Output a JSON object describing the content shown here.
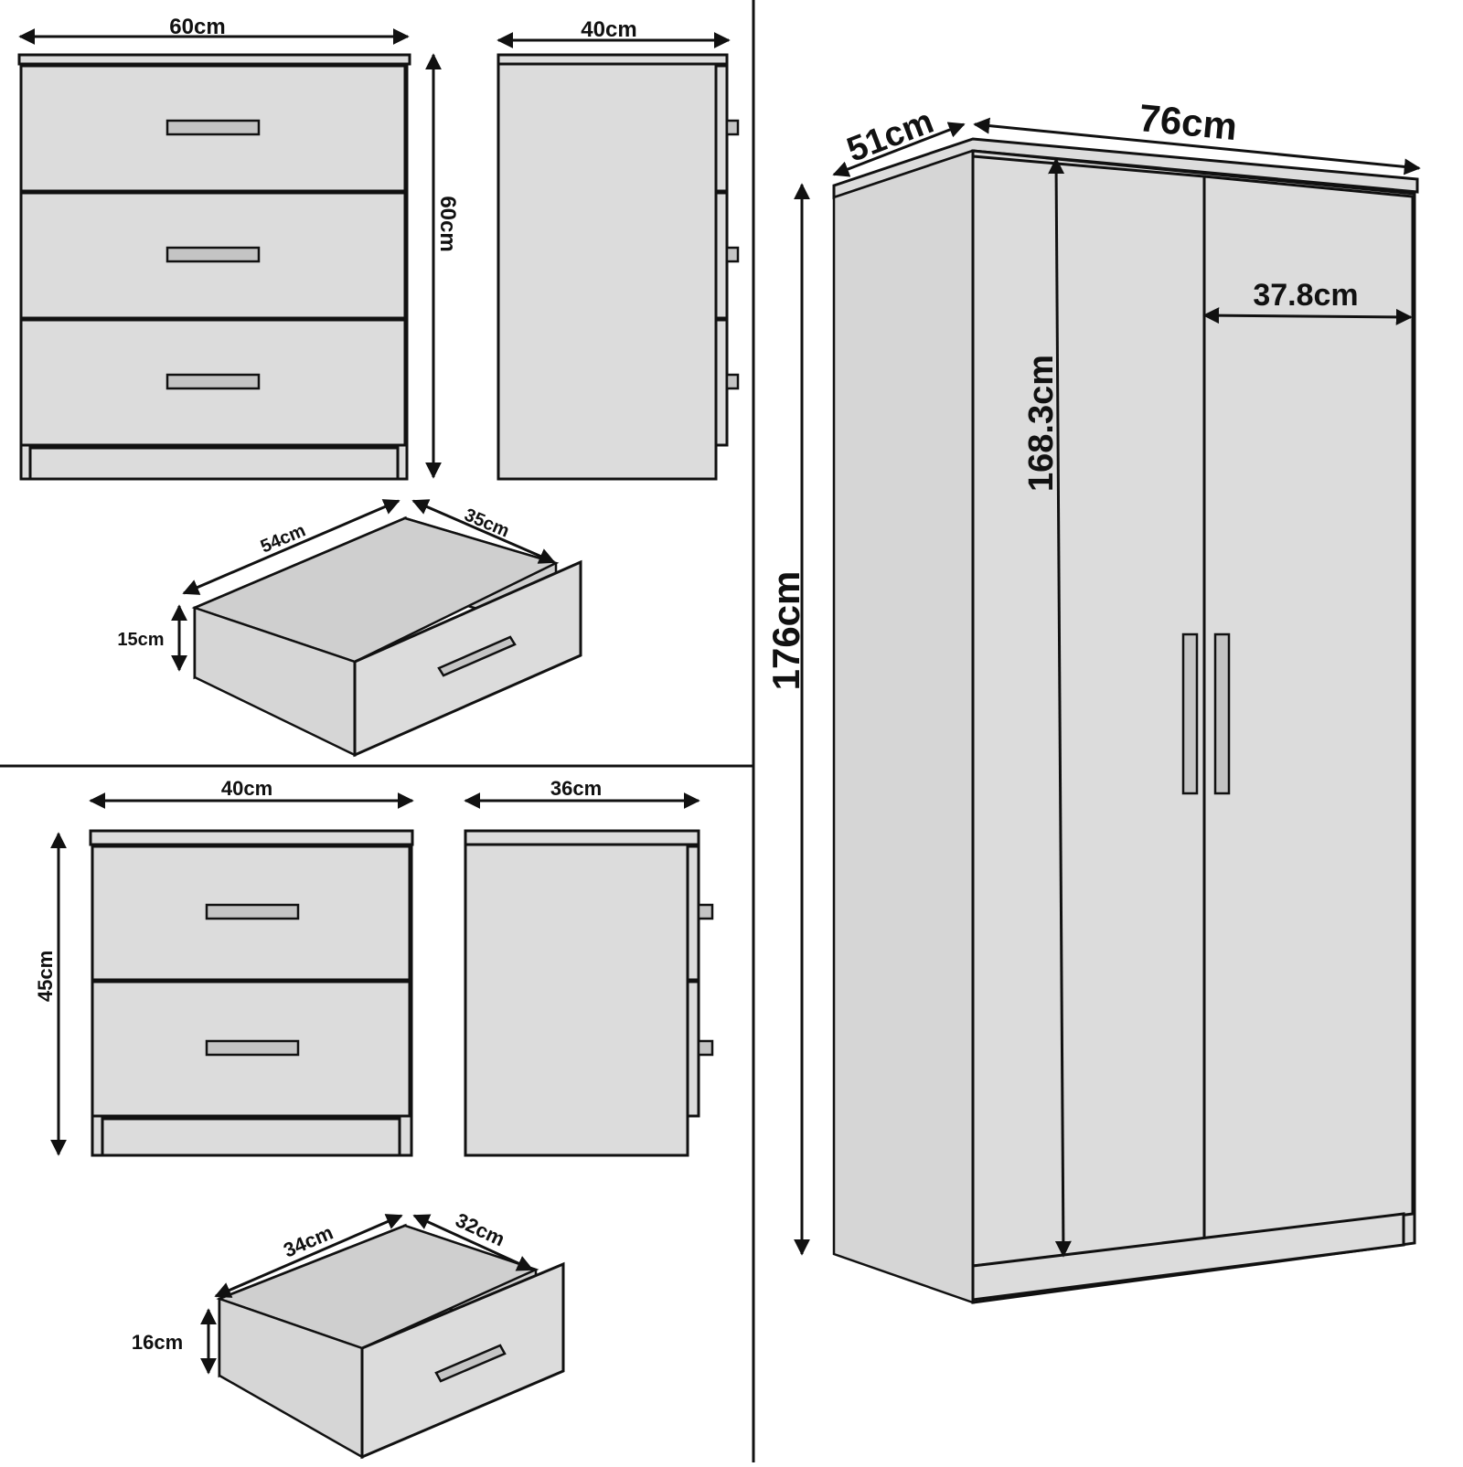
{
  "chest": {
    "width_label": "60cm",
    "depth_label": "40cm",
    "height_label": "60cm",
    "drawer": {
      "length_label": "54cm",
      "width_label": "35cm",
      "height_label": "15cm"
    }
  },
  "bedside": {
    "width_label": "40cm",
    "depth_label": "36cm",
    "height_label": "45cm",
    "drawer": {
      "length_label": "34cm",
      "width_label": "32cm",
      "height_label": "16cm"
    }
  },
  "wardrobe": {
    "depth_label": "51cm",
    "width_label": "76cm",
    "height_label": "176cm",
    "door_height_label": "168.3cm",
    "door_width_label": "37.8cm"
  },
  "colors": {
    "panel": "#dcdcdc",
    "outline": "#111111",
    "background": "#ffffff"
  }
}
